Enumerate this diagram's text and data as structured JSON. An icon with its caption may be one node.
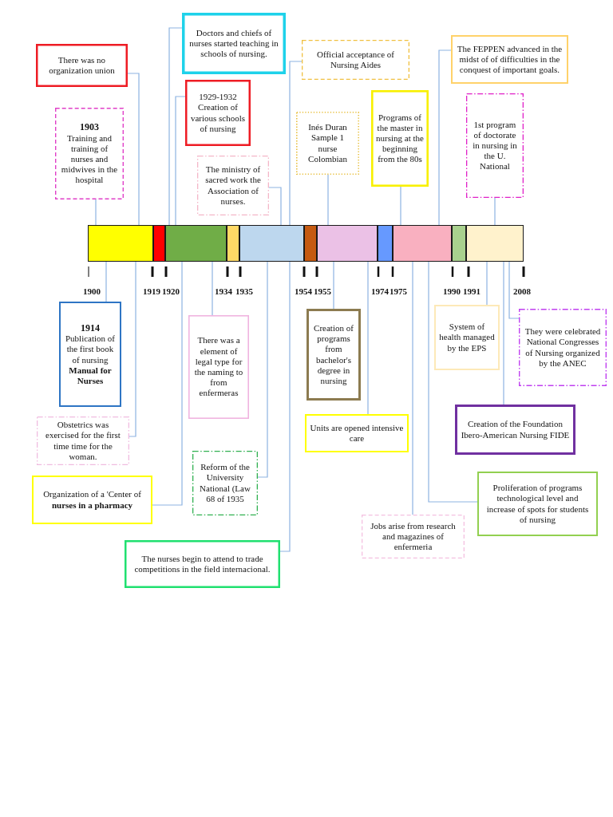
{
  "diagram": {
    "nodes": [
      {
        "text": [
          "There was no organization union"
        ]
      },
      {
        "text": [
          "1903",
          "Training and training of nurses and midwives in the hospital"
        ]
      },
      {
        "text": [
          "Doctors and chiefs of nurses started teaching in schools of nursing."
        ]
      },
      {
        "text": [
          "1929-1932",
          "Creation of various schools of nursing"
        ]
      },
      {
        "text": [
          "The ministry of sacred work the Association of nurses."
        ]
      },
      {
        "text": [
          "Official acceptance of Nursing Aides"
        ]
      },
      {
        "text": [
          "Inés Duran Sample 1 nurse Colombian"
        ]
      },
      {
        "text": [
          "Programs of the master in nursing at the beginning from the 80s"
        ]
      },
      {
        "text": [
          "The FEPPEN advanced in the midst of of difficulties in the conquest of important goals."
        ]
      },
      {
        "text": [
          "1st program of doctorate in nursing in the U. National"
        ]
      },
      {
        "text": [],
        "shape": "bar"
      },
      {
        "text": [],
        "shape": "bar"
      },
      {
        "text": [],
        "shape": "bar"
      },
      {
        "text": [],
        "shape": "bar"
      },
      {
        "text": [],
        "shape": "bar"
      },
      {
        "text": [],
        "shape": "bar"
      },
      {
        "text": [],
        "shape": "bar"
      },
      {
        "text": [],
        "shape": "bar"
      },
      {
        "text": [],
        "shape": "bar"
      },
      {
        "text": [],
        "shape": "bar"
      },
      {
        "text": [],
        "shape": "bar"
      },
      {
        "text": [
          "1914",
          "Publication of the first book of nursing **Manual for Nurses**"
        ]
      },
      {
        "text": [
          "There was a element of legal type for the naming to from enfermeras"
        ]
      },
      {
        "text": [
          "Creation of programs from bachelor's degree in nursing"
        ]
      },
      {
        "text": [
          "System of health managed by the EPS"
        ]
      },
      {
        "text": [
          "They were celebrated National Congresses of Nursing organized by the ANEC"
        ]
      },
      {
        "text": [
          "Obstetrics was exercised for the first time time for the woman."
        ]
      },
      {
        "text": [
          "Creation of the Foundation Ibero-American Nursing FIDE"
        ]
      },
      {
        "text": [
          "Units are opened intensive care"
        ]
      },
      {
        "text": [
          "Reform of the University National (Law 68 of 1935"
        ]
      },
      {
        "text": [
          "Organization of a 'Center of **nurses in a pharmacy**"
        ]
      },
      {
        "text": [
          "Proliferation of programs technological level and increase of spots for students of nursing"
        ]
      },
      {
        "text": [
          "Jobs arise from research and magazines of enfermeria"
        ]
      },
      {
        "text": [
          "The nurses begin to attend to trade competitions in the field internacional."
        ]
      }
    ],
    "edges": [
      {
        "from": 0,
        "to": 10,
        "arrow": "none"
      },
      {
        "from": 1,
        "to": 10,
        "arrow": "none"
      },
      {
        "from": 2,
        "to": 12,
        "arrow": "none"
      },
      {
        "from": 3,
        "to": 12,
        "arrow": "none"
      },
      {
        "from": 4,
        "to": 14,
        "arrow": "none"
      },
      {
        "from": 5,
        "to": 14,
        "arrow": "none"
      },
      {
        "from": 6,
        "to": 16,
        "arrow": "none"
      },
      {
        "from": 7,
        "to": 18,
        "arrow": "none"
      },
      {
        "from": 8,
        "to": 18,
        "arrow": "none"
      },
      {
        "from": 9,
        "to": 20,
        "arrow": "none"
      },
      {
        "from": 21,
        "to": 10,
        "arrow": "none"
      },
      {
        "from": 22,
        "to": 12,
        "arrow": "none"
      },
      {
        "from": 23,
        "to": 16,
        "arrow": "none"
      },
      {
        "from": 24,
        "to": 20,
        "arrow": "none"
      },
      {
        "from": 25,
        "to": 20,
        "arrow": "none"
      },
      {
        "from": 26,
        "to": 10,
        "arrow": "none"
      },
      {
        "from": 27,
        "to": 20,
        "arrow": "none"
      },
      {
        "from": 28,
        "to": 16,
        "arrow": "none"
      },
      {
        "from": 29,
        "to": 14,
        "arrow": "none"
      },
      {
        "from": 30,
        "to": 12,
        "arrow": "none"
      },
      {
        "from": 31,
        "to": 18,
        "arrow": "none"
      },
      {
        "from": 32,
        "to": 18,
        "arrow": "none"
      },
      {
        "from": 33,
        "to": 14,
        "arrow": "none"
      }
    ],
    "labels": [
      "1900",
      "1919",
      "1920",
      "1934",
      "1935",
      "1954",
      "1955",
      "1974",
      "1975",
      "1990",
      "1991",
      "2008"
    ]
  }
}
